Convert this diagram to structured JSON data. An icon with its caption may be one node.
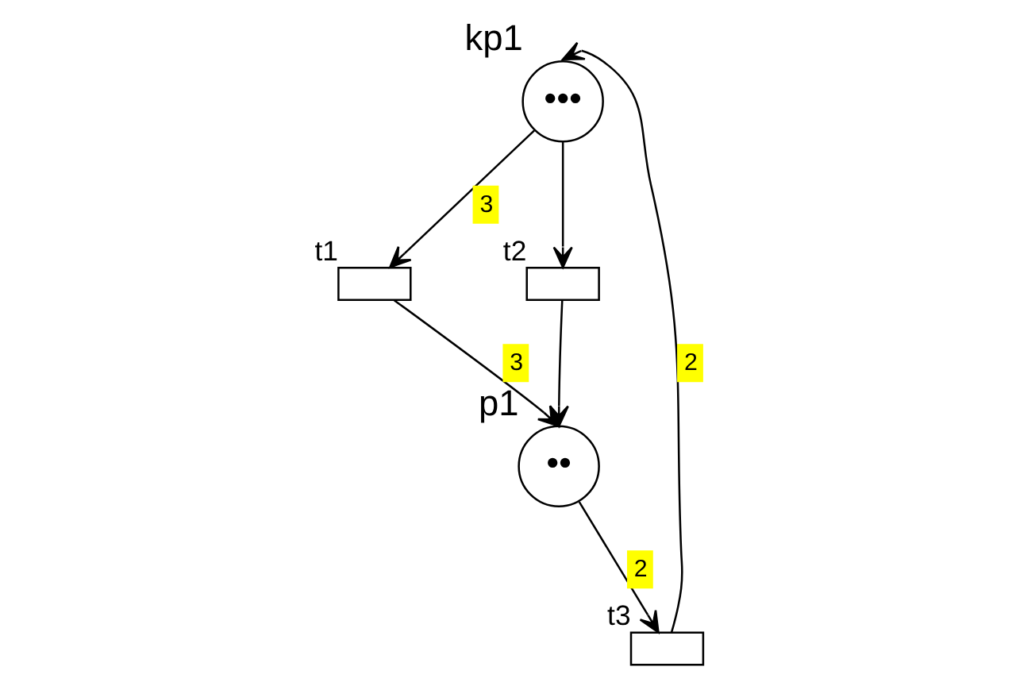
{
  "diagram": {
    "nodes": [
      {
        "text": [
          "•••"
        ],
        "beside": [
          "kp1"
        ]
      },
      {
        "text": [],
        "shape": "box",
        "beside": [
          "t1"
        ]
      },
      {
        "text": [],
        "shape": "box",
        "beside": [
          "t2"
        ]
      },
      {
        "text": [
          "••"
        ],
        "beside": [
          "p1"
        ]
      },
      {
        "text": [],
        "shape": "box",
        "beside": [
          "t3"
        ]
      }
    ],
    "edges": [
      {
        "from": 0,
        "to": 1,
        "arrow": "to",
        "label": "3"
      },
      {
        "from": 0,
        "to": 2,
        "arrow": "to"
      },
      {
        "from": 1,
        "to": 3,
        "arrow": "to",
        "label": "3"
      },
      {
        "from": 2,
        "to": 3,
        "arrow": "to"
      },
      {
        "from": 3,
        "to": 4,
        "arrow": "to",
        "label": "2"
      },
      {
        "from": 4,
        "to": 0,
        "arrow": "to",
        "label": "2"
      }
    ]
  }
}
